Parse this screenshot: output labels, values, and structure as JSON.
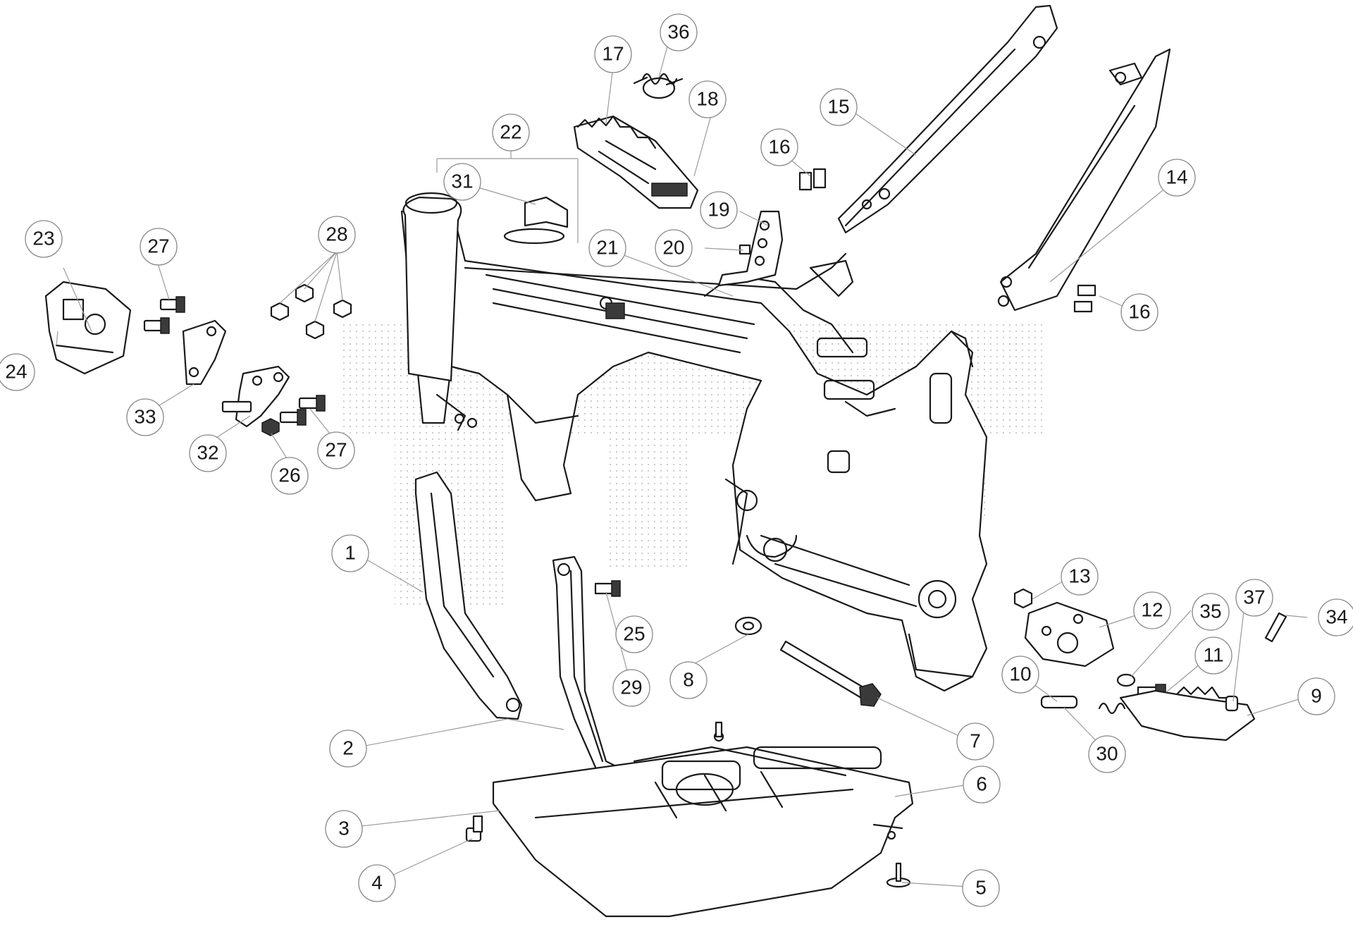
{
  "diagram": {
    "callouts": [
      "1",
      "2",
      "3",
      "4",
      "5",
      "6",
      "7",
      "8",
      "9",
      "10",
      "11",
      "12",
      "13",
      "14",
      "15",
      "16",
      "16",
      "17",
      "18",
      "19",
      "20",
      "21",
      "22",
      "23",
      "24",
      "25",
      "26",
      "27",
      "27",
      "28",
      "29",
      "30",
      "31",
      "32",
      "33",
      "34",
      "35",
      "36",
      "37"
    ]
  },
  "colors": {
    "line": "#1a1a1a",
    "leader": "#9a9a9a",
    "background": "#ffffff",
    "watermark": "#bdbdbd"
  }
}
